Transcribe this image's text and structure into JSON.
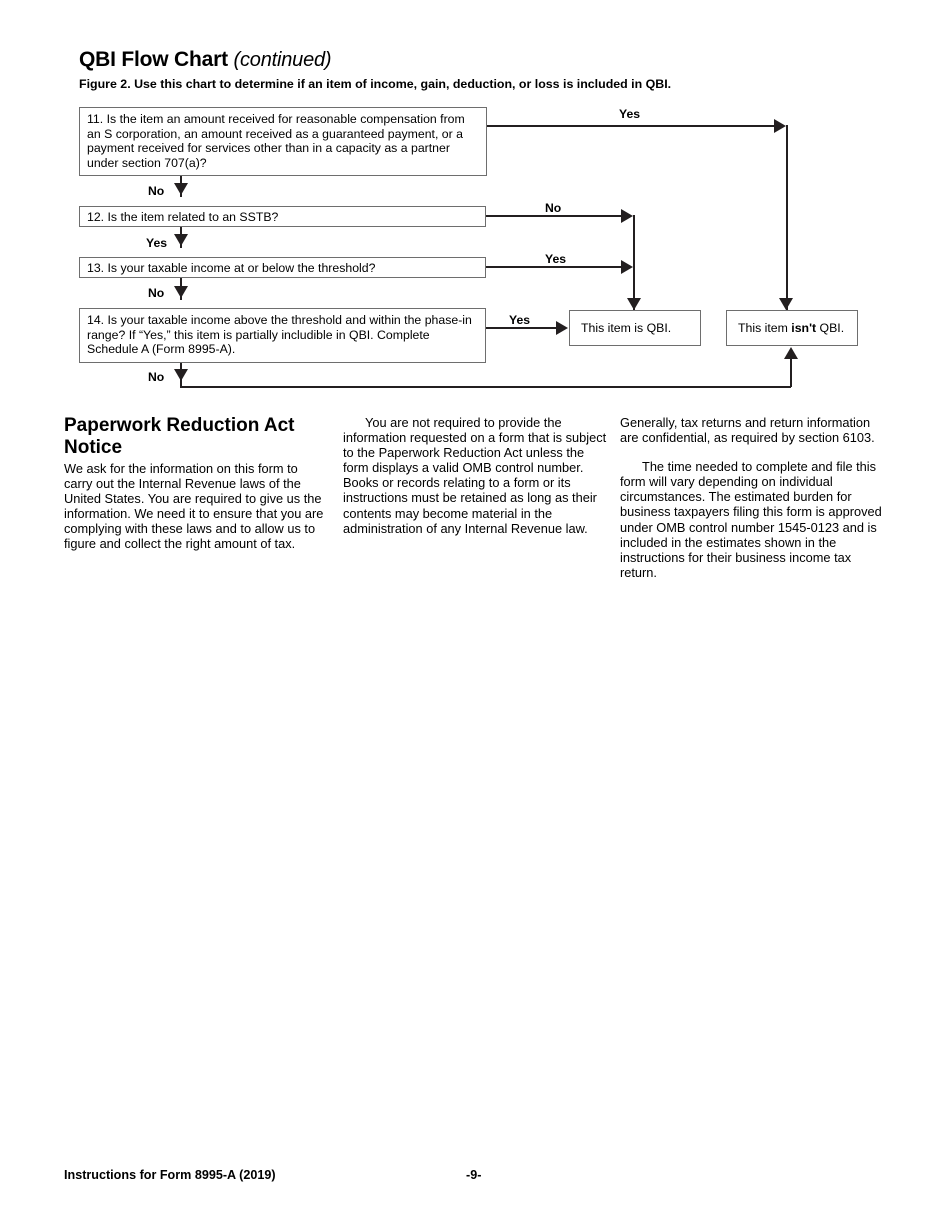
{
  "header": {
    "title_main": "QBI Flow Chart",
    "title_continued": "(continued)",
    "figure_caption": "Figure 2. Use this chart to determine if an item of income, gain, deduction, or loss is included in QBI."
  },
  "flowchart": {
    "boxes": [
      {
        "id": "q11",
        "text": "11. Is the item an amount received for reasonable compensation from an S corporation, an amount received as a guaranteed payment, or a payment received for services other than in a capacity as a partner under section 707(a)?"
      },
      {
        "id": "q12",
        "text": "12. Is the item related to an SSTB?"
      },
      {
        "id": "q13",
        "text": "13. Is your taxable income at or below the threshold?"
      },
      {
        "id": "q14",
        "text": "14. Is your taxable income above the threshold and within the phase-in range? If “Yes,” this item is partially includible in QBI. Complete Schedule A (Form 8995-A)."
      }
    ],
    "terminals": {
      "is_qbi": "This item is QBI.",
      "isnt_qbi_pre": "This item ",
      "isnt_qbi_bold": "isn't",
      "isnt_qbi_post": " QBI."
    },
    "labels": {
      "q11_yes": "Yes",
      "q11_no": "No",
      "q12_no": "No",
      "q12_yes": "Yes",
      "q13_yes": "Yes",
      "q13_no": "No",
      "q14_yes": "Yes",
      "q14_no": "No"
    },
    "colors": {
      "line": "#231f20",
      "box_border": "#6e6e6e"
    }
  },
  "notice": {
    "heading": "Paperwork Reduction Act Notice",
    "col1_p1": "We ask for the information on this form to carry out the Internal Revenue laws of the United States. You are required to give us the information. We need it to ensure that you are complying with these laws and to allow us to figure and collect the right amount of tax.",
    "col2_p1": "You are not required to provide the information requested on a form that is subject to the Paperwork Reduction Act unless the form displays a valid OMB control number. Books or records relating to a form or its instructions must be retained as long as their contents may become material in the administration of any Internal Revenue law.",
    "col3_p1": "Generally, tax returns and return information are confidential, as required by section 6103.",
    "col3_p2": "The time needed to complete and file this form will vary depending on individual circumstances. The estimated burden for business taxpayers filing this form is approved under OMB control number 1545-0123 and is included in the estimates shown in the instructions for their business income tax return."
  },
  "footer": {
    "left": "Instructions for Form 8995-A (2019)",
    "page": "-9-"
  }
}
